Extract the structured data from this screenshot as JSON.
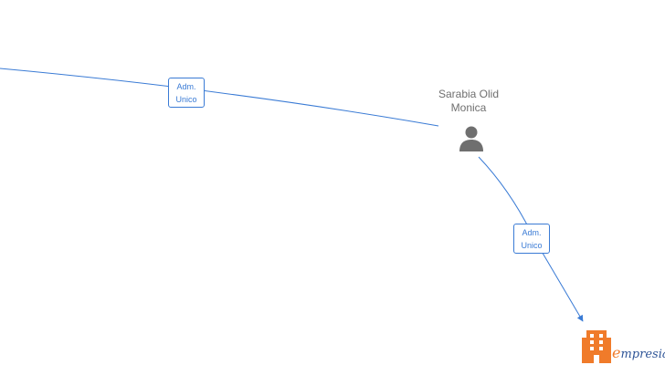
{
  "person": {
    "name_line1": "Sarabia Olid",
    "name_line2": "Monica",
    "icon": "person-icon"
  },
  "edges": [
    {
      "label_line1": "Adm.",
      "label_line2": "Unico"
    },
    {
      "label_line1": "Adm.",
      "label_line2": "Unico"
    }
  ],
  "brand": {
    "initial": "e",
    "rest": "mpresia",
    "icon": "building-icon"
  },
  "colors": {
    "edge": "#3a7bd5",
    "node_text": "#6f6f6f",
    "person_icon": "#6f6f6f",
    "brand_orange": "#f07b2a",
    "brand_blue": "#2f5597"
  }
}
